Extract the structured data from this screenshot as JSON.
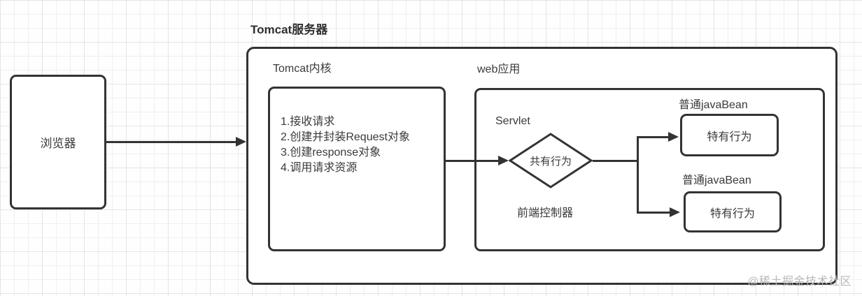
{
  "diagram": {
    "browser": {
      "label": "浏览器"
    },
    "tomcat_server": {
      "title": "Tomcat服务器",
      "kernel": {
        "label": "Tomcat内核",
        "steps": [
          "1.接收请求",
          "2.创建并封装Request对象",
          "3.创建response对象",
          "4.调用请求资源"
        ]
      },
      "web_app": {
        "label": "web应用",
        "servlet_label": "Servlet",
        "shared_behavior": "共有行为",
        "front_controller_label": "前端控制器",
        "beans": [
          {
            "title": "普通javaBean",
            "label": "特有行为"
          },
          {
            "title": "普通javaBean",
            "label": "特有行为"
          }
        ]
      }
    },
    "watermark": "@稀土掘金技术社区"
  },
  "colors": {
    "line": "#333333",
    "text": "#3a3a3a",
    "watermark": "#b8b8b8",
    "grid_minor": "#efefef",
    "grid_major": "#e4e4e4",
    "node_fill": "#ffffff"
  }
}
